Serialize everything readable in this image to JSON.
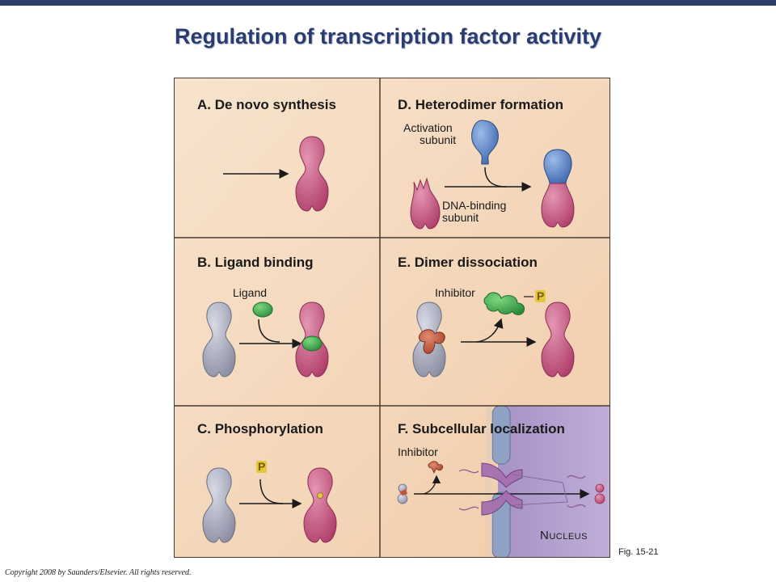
{
  "slide": {
    "title": "Regulation of transcription factor activity",
    "fig_label": "Fig. 15-21",
    "copyright": "Copyright 2008 by Saunders/Elsevier. All rights reserved."
  },
  "panels": {
    "a": {
      "title": "A. De novo synthesis"
    },
    "b": {
      "title": "B. Ligand binding",
      "ligand_label": "Ligand"
    },
    "c": {
      "title": "C. Phosphorylation",
      "p_label": "P"
    },
    "d": {
      "title": "D. Heterodimer formation",
      "activation_label_1": "Activation",
      "activation_label_2": "subunit",
      "dna_label_1": "DNA-binding",
      "dna_label_2": "subunit"
    },
    "e": {
      "title": "E. Dimer dissociation",
      "inhibitor_label": "Inhibitor",
      "p_label": "P"
    },
    "f": {
      "title": "F. Subcellular localization",
      "inhibitor_label": "Inhibitor",
      "nucleus_label": "Nucleus"
    }
  },
  "colors": {
    "slide_title": "#2b3d70",
    "panel_bg": "#f5d9bf",
    "nucleus_bg": "#b19fcd",
    "tf_pink": "#c4527c",
    "tf_gray": "#a9acbd",
    "activation_blue": "#4b76bf",
    "ligand_green": "#3aa84a",
    "inhibitor_red": "#c0533a",
    "phosphate_yellow": "#e4c83b"
  }
}
